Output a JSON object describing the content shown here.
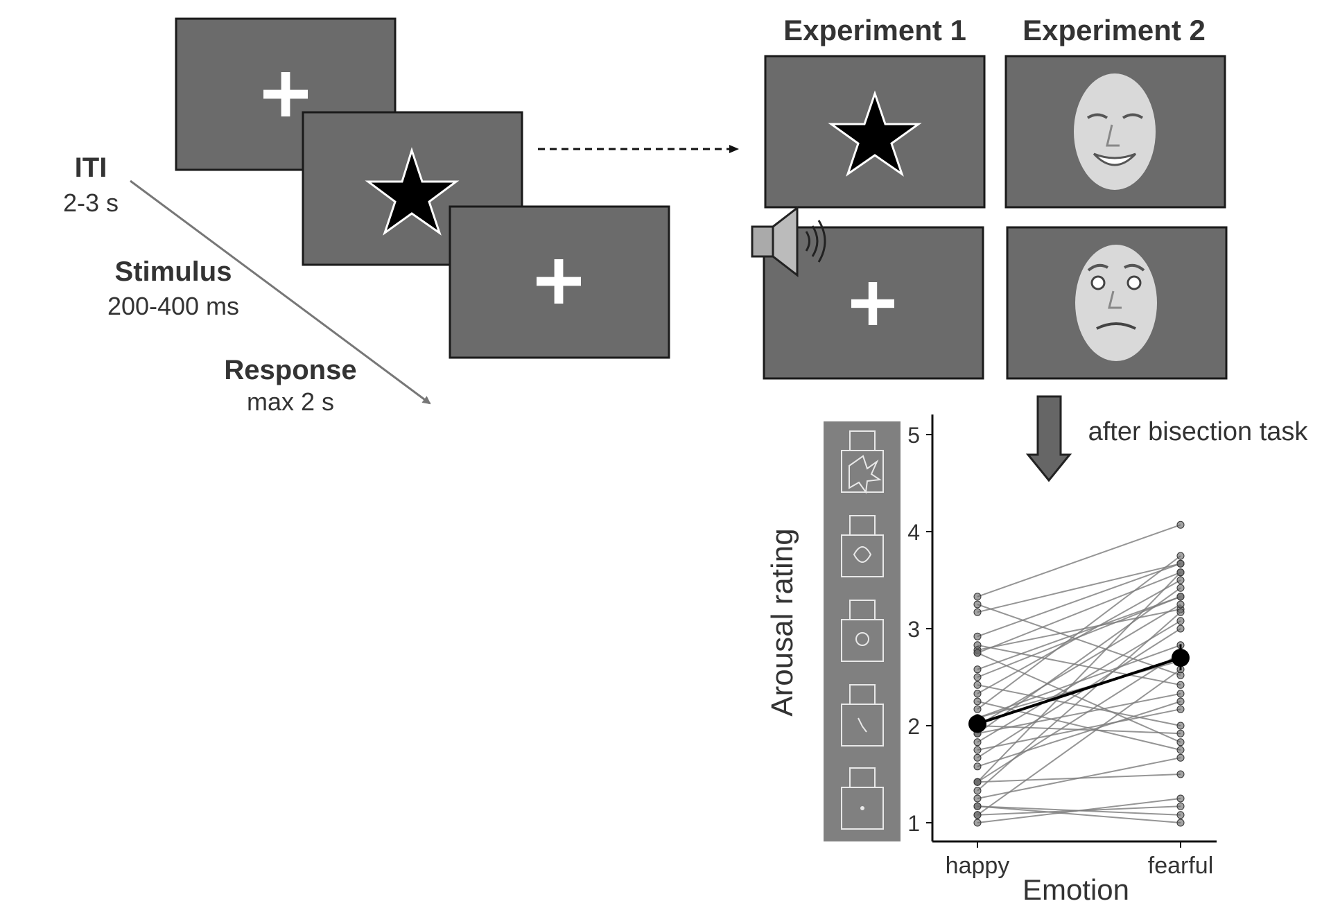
{
  "trial_sequence": {
    "iti": {
      "label": "ITI",
      "duration": "2-3 s"
    },
    "stimulus": {
      "label": "Stimulus",
      "duration": "200-400 ms"
    },
    "response": {
      "label": "Response",
      "duration": "max 2 s"
    }
  },
  "experiments": {
    "exp1_title": "Experiment 1",
    "exp2_title": "Experiment 2"
  },
  "flow_note": "after bisection task",
  "colors": {
    "screen": "#6b6b6b",
    "data_line": "#7a7a7a",
    "mean": "#000000"
  },
  "chart_data": {
    "type": "line",
    "xlabel": "Emotion",
    "ylabel": "Arousal rating",
    "categories": [
      "happy",
      "fearful"
    ],
    "yticks": [
      "1",
      "2",
      "3",
      "4",
      "5"
    ],
    "ylim": [
      0.9,
      5.2
    ],
    "mean": {
      "values": [
        2.02,
        2.7
      ],
      "fearful_error": [
        2.57,
        2.84
      ]
    },
    "participants": [
      [
        3.33,
        4.07
      ],
      [
        3.25,
        2.52
      ],
      [
        3.17,
        3.67
      ],
      [
        2.83,
        2.42
      ],
      [
        2.78,
        3.2
      ],
      [
        2.75,
        1.83
      ],
      [
        2.75,
        3.58
      ],
      [
        2.5,
        3.33
      ],
      [
        2.42,
        2.0
      ],
      [
        2.33,
        3.5
      ],
      [
        2.25,
        1.75
      ],
      [
        2.17,
        3.75
      ],
      [
        2.08,
        2.67
      ],
      [
        2.0,
        3.25
      ],
      [
        2.0,
        1.92
      ],
      [
        1.92,
        3.42
      ],
      [
        1.92,
        2.33
      ],
      [
        1.83,
        3.08
      ],
      [
        1.75,
        2.17
      ],
      [
        1.67,
        3.0
      ],
      [
        1.58,
        2.25
      ],
      [
        1.42,
        3.58
      ],
      [
        1.42,
        2.75
      ],
      [
        1.42,
        1.5
      ],
      [
        1.33,
        3.17
      ],
      [
        1.25,
        1.67
      ],
      [
        1.17,
        1.08
      ],
      [
        1.08,
        2.58
      ],
      [
        1.0,
        1.25
      ],
      [
        1.17,
        1.0
      ],
      [
        1.08,
        1.17
      ],
      [
        2.58,
        3.33
      ],
      [
        2.92,
        3.67
      ],
      [
        2.08,
        2.83
      ]
    ]
  }
}
